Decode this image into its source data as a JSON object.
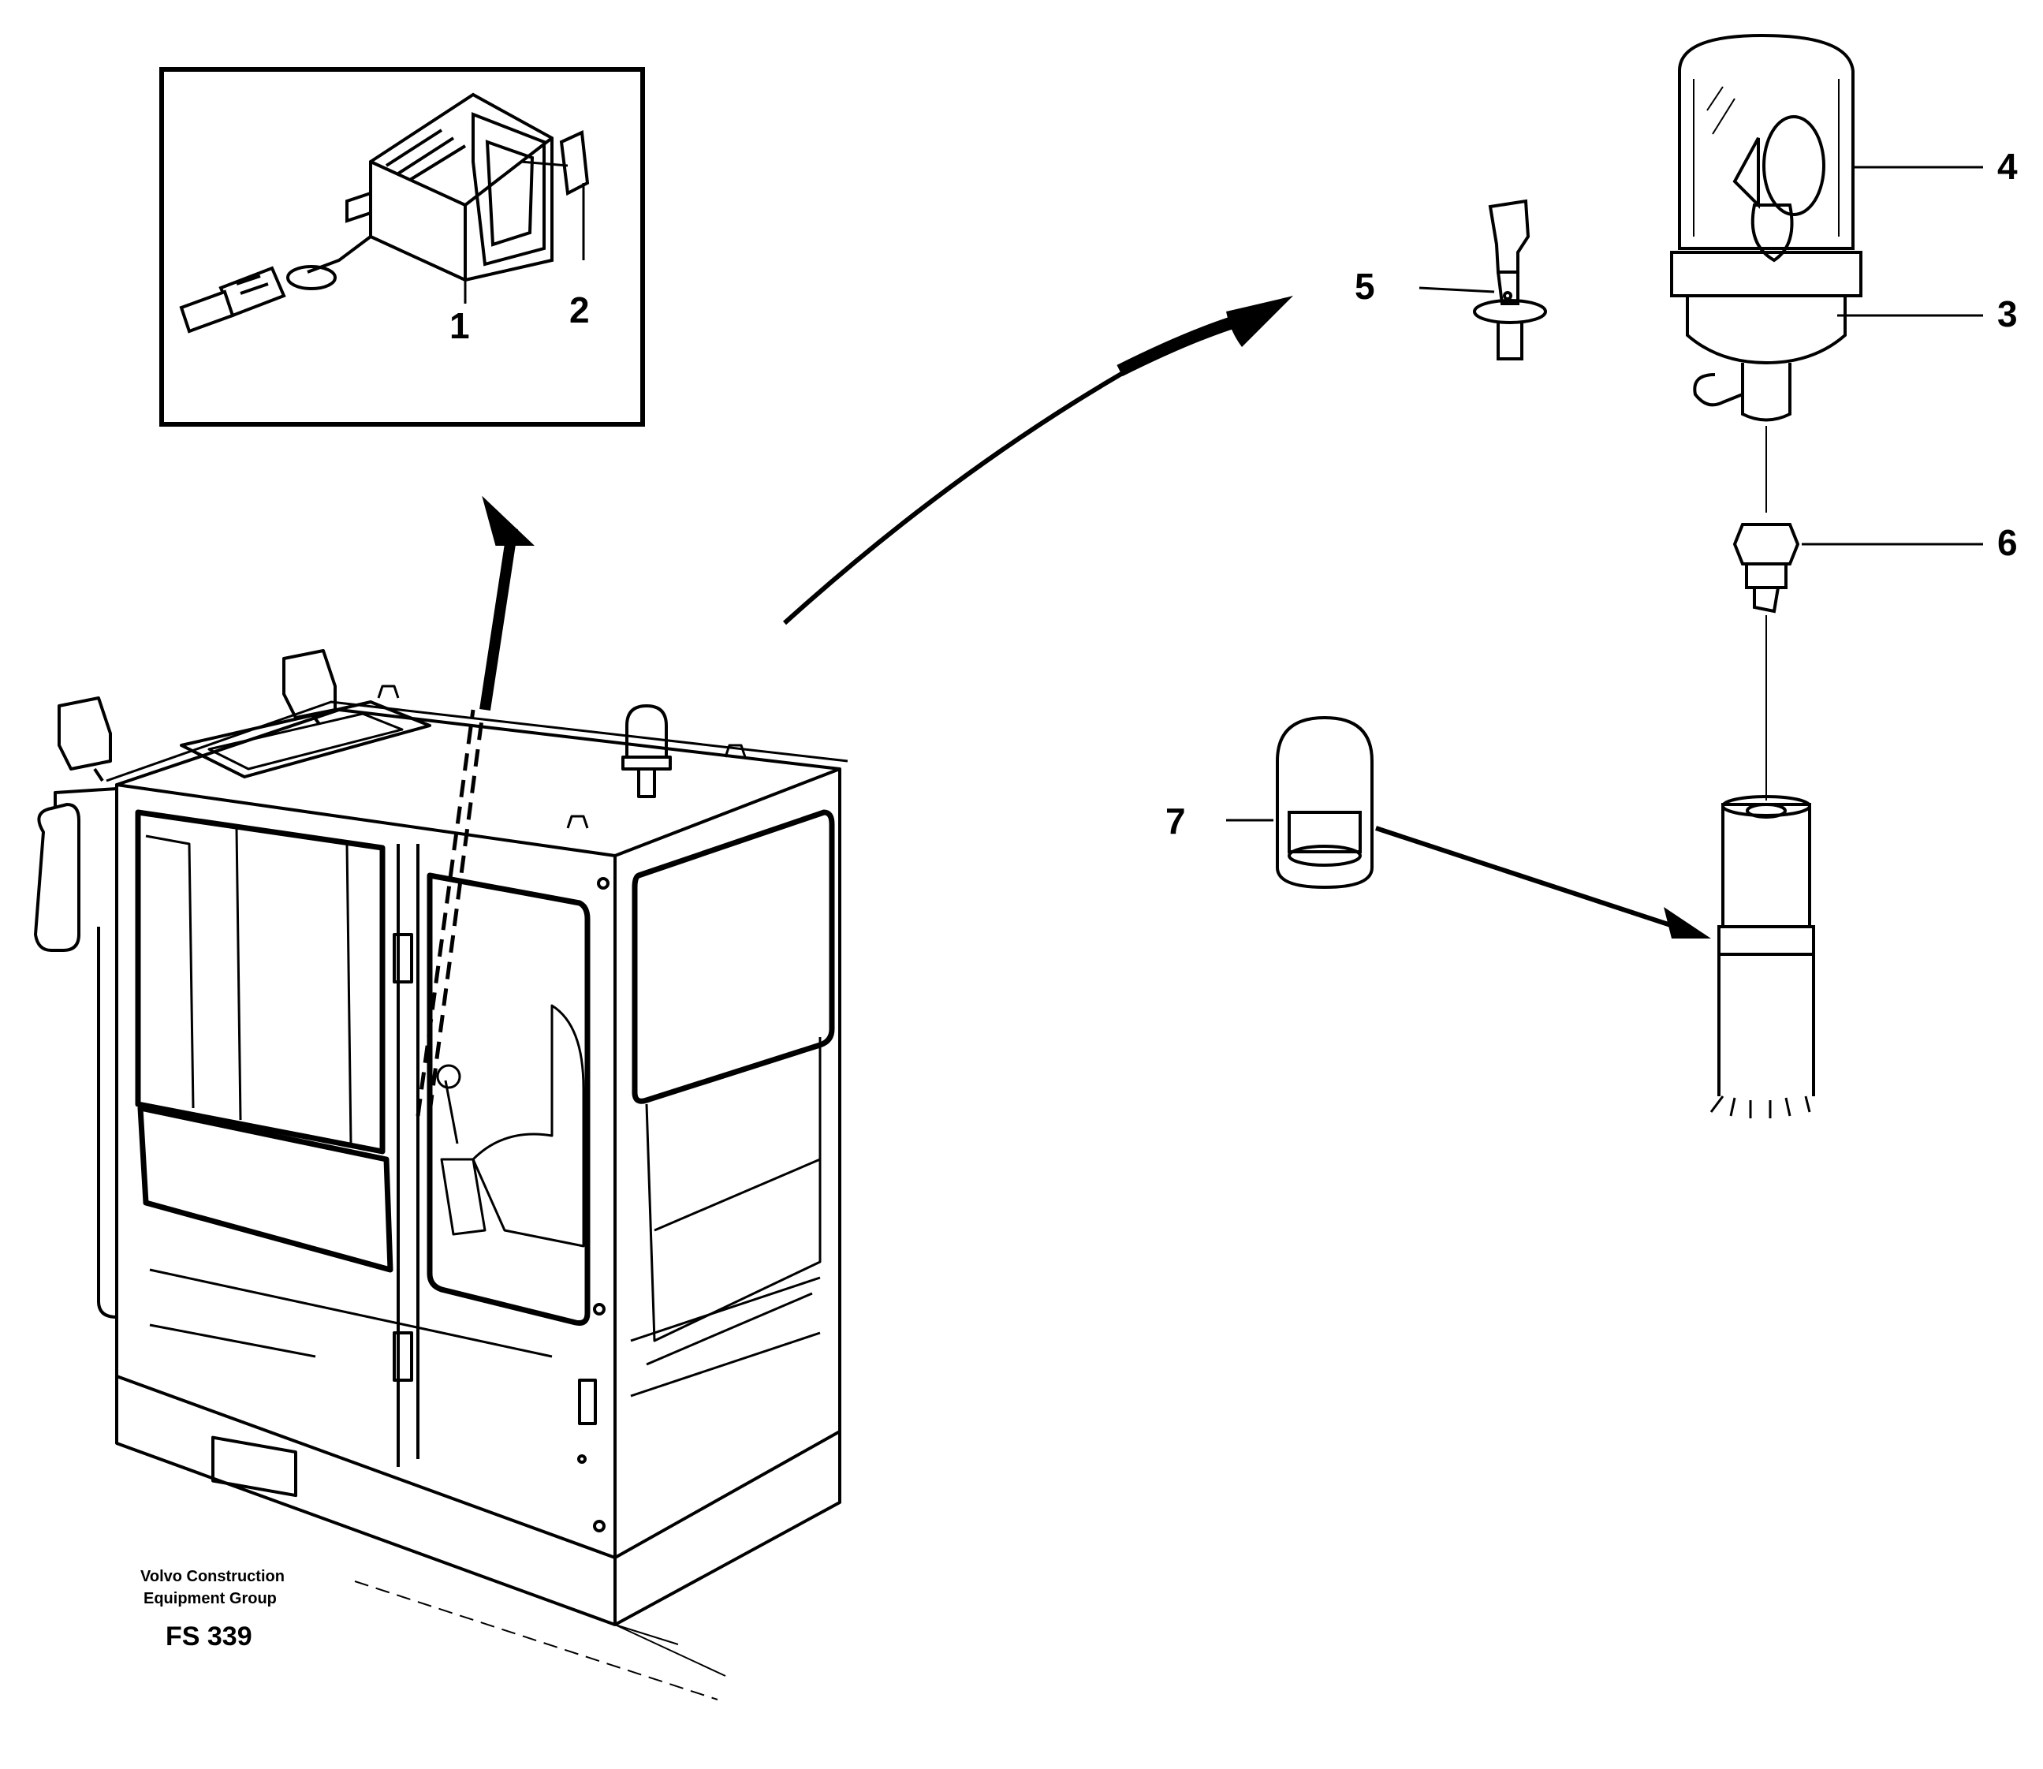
{
  "callouts": {
    "c1": "1",
    "c2": "2",
    "c3": "3",
    "c4": "4",
    "c5": "5",
    "c6": "6",
    "c7": "7"
  },
  "caption": {
    "company_line1": "Volvo Construction",
    "company_line2": "Equipment Group",
    "figure_id": "FS 339"
  },
  "parts": [
    {
      "id": "1",
      "icon": "rocker-switch-icon"
    },
    {
      "id": "2",
      "icon": "switch-symbol-plate-icon"
    },
    {
      "id": "3",
      "icon": "beacon-base-icon"
    },
    {
      "id": "4",
      "icon": "rotating-beacon-dome-icon"
    },
    {
      "id": "5",
      "icon": "bulb-holder-icon"
    },
    {
      "id": "6",
      "icon": "connector-plug-icon"
    },
    {
      "id": "7",
      "icon": "protective-cap-icon"
    }
  ],
  "colors": {
    "ink": "#000000",
    "paper": "#ffffff"
  }
}
